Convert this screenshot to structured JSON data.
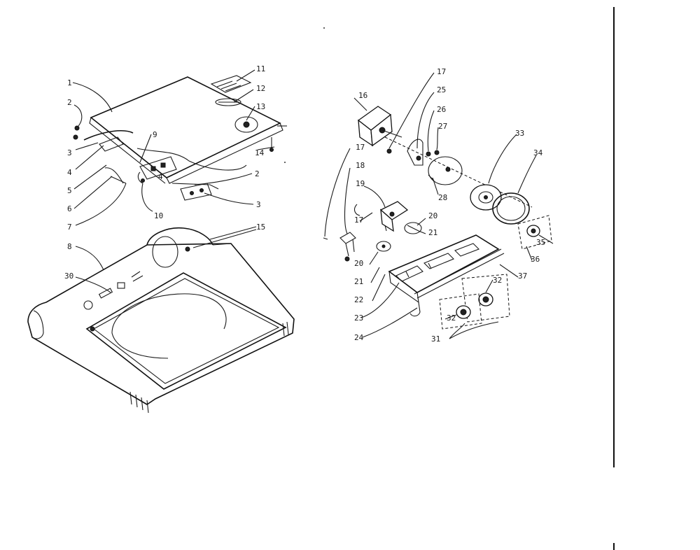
{
  "callouts": {
    "c1": "1",
    "c2a": "2",
    "c3a": "3",
    "c4a": "4",
    "c5": "5",
    "c6": "6",
    "c7": "7",
    "c9": "9",
    "c10": "10",
    "c11": "11",
    "c12": "12",
    "c13": "13",
    "c14": "14",
    "c2b": "2",
    "c3b": "3",
    "c4b": "4",
    "c15": "15",
    "c8": "8",
    "c30": "30",
    "c16": "16",
    "c17a": "17",
    "c17b": "17",
    "c18": "18",
    "c17c": "17",
    "c19": "19",
    "c25": "25",
    "c26": "26",
    "c27": "27",
    "c28": "28",
    "c33": "33",
    "c34": "34",
    "c35": "35",
    "c36": "36",
    "c37": "37",
    "c20a": "20",
    "c21a": "21",
    "c20b": "20",
    "c21b": "21",
    "c22": "22",
    "c23": "23",
    "c24": "24",
    "c32a": "32",
    "c32b": "32",
    "c31": "31"
  }
}
